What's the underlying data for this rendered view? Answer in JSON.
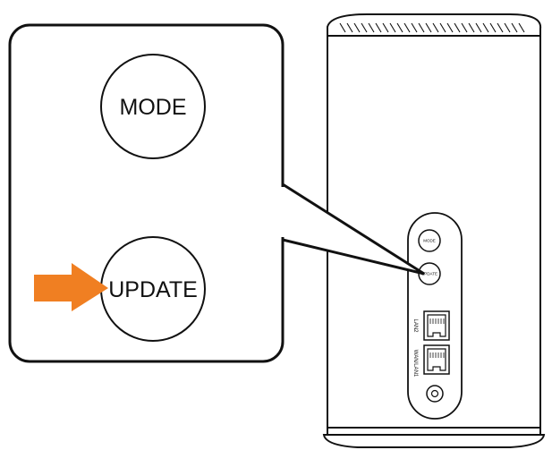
{
  "callout": {
    "mode_label": "MODE",
    "update_label": "UPDATE",
    "arrow_color": "#F07F22"
  },
  "device": {
    "mode_label": "MODE",
    "update_label": "UPDATE",
    "port_lan2": "LAN2",
    "port_wan_lan1": "WAN/LAN1"
  },
  "icons": {
    "arrow": "right-arrow-icon"
  }
}
